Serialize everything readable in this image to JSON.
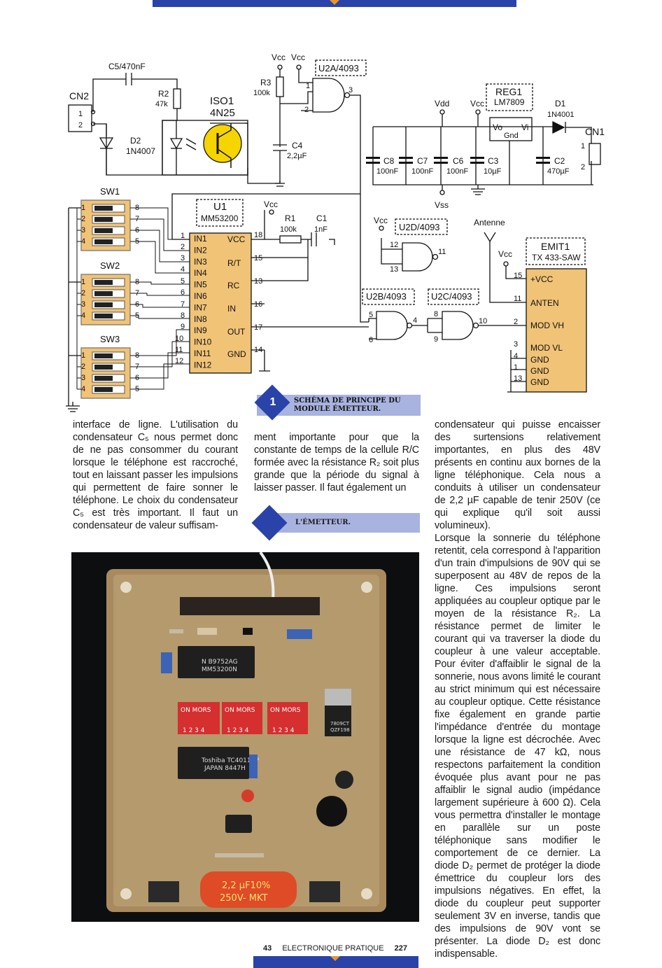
{
  "schematic": {
    "title": "SCHÉMA DE PRINCIPE DU MODULE ÉMETTEUR.",
    "figure_number": "1",
    "labels": {
      "c5": "C5/470nF",
      "cn2": "CN2",
      "r2": "R2",
      "r2_val": "47k",
      "iso1": "ISO1",
      "iso1_part": "4N25",
      "d2": "D2",
      "d2_part": "1N4007",
      "vcc": "Vcc",
      "r3": "R3",
      "r3_val": "100k",
      "c4": "C4",
      "c4_val": "2,2µF",
      "u2a": "U2A/4093",
      "reg1": "REG1",
      "reg1_part": "LM7809",
      "vdd": "Vdd",
      "vss": "Vss",
      "d1": "D1",
      "d1_part": "1N4001",
      "cn1": "CN1",
      "c8": "C8",
      "c8_val": "100nF",
      "c7": "C7",
      "c7_val": "100nF",
      "c6": "C6",
      "c6_val": "100nF",
      "c3": "C3",
      "c3_val": "10µF",
      "c2": "C2",
      "c2_val": "470µF",
      "vo": "Vo",
      "gnd": "Gnd",
      "vi": "Vi",
      "sw1": "SW1",
      "sw2": "SW2",
      "sw3": "SW3",
      "u1": "U1",
      "u1_part": "MM53200",
      "r1": "R1",
      "r1_val": "100k",
      "c1": "C1",
      "c1_val": "1nF",
      "u2d": "U2D/4093",
      "antenne": "Antenne",
      "emit1": "EMIT1",
      "emit1_part": "TX 433-SAW",
      "u2b": "U2B/4093",
      "u2c": "U2C/4093"
    },
    "u1_pins_left": [
      "IN1",
      "IN2",
      "IN3",
      "IN4",
      "IN5",
      "IN6",
      "IN7",
      "IN8",
      "IN9",
      "IN10",
      "IN11",
      "IN12"
    ],
    "u1_pins_right": [
      "VCC",
      "R/T",
      "RC",
      "IN",
      "OUT",
      "GND"
    ],
    "u1_pin_numbers_right": [
      "18",
      "15",
      "13",
      "16",
      "17",
      "14"
    ],
    "emit_pins": [
      "+VCC",
      "ANTEN",
      "MOD VH",
      "MOD VL",
      "GND",
      "GND",
      "GND"
    ],
    "emit_pin_numbers": [
      "15",
      "11",
      "2",
      "3",
      "4",
      "1",
      "13"
    ]
  },
  "section_heading": "L'ÉMETTEUR.",
  "col1": "interface de ligne. L'utilisation du condensateur C₅ nous permet donc de ne pas consommer du courant lorsque le téléphone est raccroché, tout en laissant passer les impulsions qui permettent de faire sonner le téléphone. Le choix du condensateur C₅ est très important. Il faut un condensateur de valeur suffisam-",
  "col2": "ment importante pour que la constante de temps de la cellule R/C formée avec la résistance R₂ soit plus grande que la période du signal à laisser passer. Il faut également un",
  "col3a": "condensateur qui puisse encaisser des surtensions relativement importantes, en plus des 48V présents en continu aux bornes de la ligne téléphonique. Cela nous a conduits à utiliser un condensateur de 2,2 µF capable de tenir 250V (ce qui explique qu'il soit aussi volumineux).",
  "col3b": "Lorsque la sonnerie du téléphone retentit, cela correspond à l'apparition d'un train d'impulsions de 90V qui se superposent au 48V de repos de la ligne. Ces impulsions seront appliquées au coupleur optique par le moyen de la résistance R₂. La résistance permet de limiter le courant qui va traverser la diode du coupleur à une valeur acceptable. Pour éviter d'affaiblir le signal de la sonnerie, nous avons limité le courant au strict minimum qui est nécessaire au coupleur optique. Cette résistance fixe également en grande partie l'impédance d'entrée du montage lorsque la ligne est décrochée. Avec une résistance de 47 kΩ, nous respectons parfaitement la condition évoquée plus avant pour ne pas affaiblir le signal audio (impédance largement supérieure à 600 Ω). Cela vous permettra d'installer le montage en parallèle sur un poste téléphonique sans modifier le comportement de ce dernier. La diode D₂ permet de protéger la diode émettrice du coupleur lors des impulsions négatives. En effet, la diode du coupleur peut supporter seulement 3V en inverse, tandis que des impulsions de 90V vont se présenter. La diode D₂ est donc indispensable.",
  "photo": {
    "chip1_a": "N B9752AG",
    "chip1_b": "MM53200N",
    "chip2_a": "Toshiba TC4011BP",
    "chip2_b": "JAPAN 8447H",
    "reg_a": "7809CT",
    "reg_b": "QZF198",
    "dip_label": "ON MORS",
    "dip_nums": "1 2 3 4",
    "cap_a": "2,2 µF10%",
    "cap_b": "250V- MKT"
  },
  "footer": {
    "page_left": "43",
    "magazine": "ELECTRONIQUE PRATIQUE",
    "page_right": "227"
  }
}
